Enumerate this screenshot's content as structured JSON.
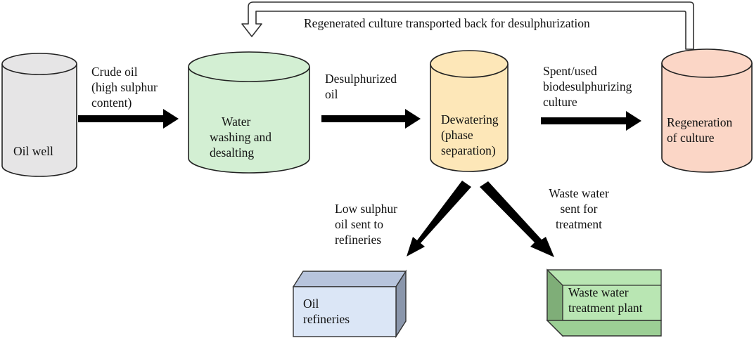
{
  "feedback_label": "Regenerated culture transported back for desulphurization",
  "nodes": {
    "oil_well": {
      "lines": [
        "Oil well"
      ],
      "fill": "#e6e5e6"
    },
    "water_washing": {
      "lines": [
        "Water",
        "washing and",
        "desalting"
      ],
      "fill": "#d3efd3"
    },
    "dewatering": {
      "lines": [
        "Dewatering",
        "(phase",
        "separation)"
      ],
      "fill": "#fde7b8"
    },
    "regeneration": {
      "lines": [
        "Regeneration",
        "of culture"
      ],
      "fill": "#fbd6c6"
    },
    "oil_refineries": {
      "lines": [
        "Oil",
        "refineries"
      ],
      "fill": "#dbe6f6"
    },
    "waste_water_plant": {
      "lines": [
        "Waste water",
        "treatment plant"
      ],
      "fill": "#b9e6b3"
    }
  },
  "edges": {
    "crude_oil": {
      "lines": [
        "Crude oil",
        "(high sulphur",
        "content)"
      ]
    },
    "desulphurized_oil": {
      "lines": [
        "Desulphurized",
        "oil"
      ]
    },
    "spent_culture": {
      "lines": [
        "Spent/used",
        "biodesulphurizing",
        "culture"
      ]
    },
    "low_sulphur_oil": {
      "lines": [
        "Low sulphur",
        "oil sent to",
        "refineries"
      ]
    },
    "waste_water": {
      "lines": [
        "Waste water",
        "sent for",
        "treatment"
      ]
    }
  }
}
